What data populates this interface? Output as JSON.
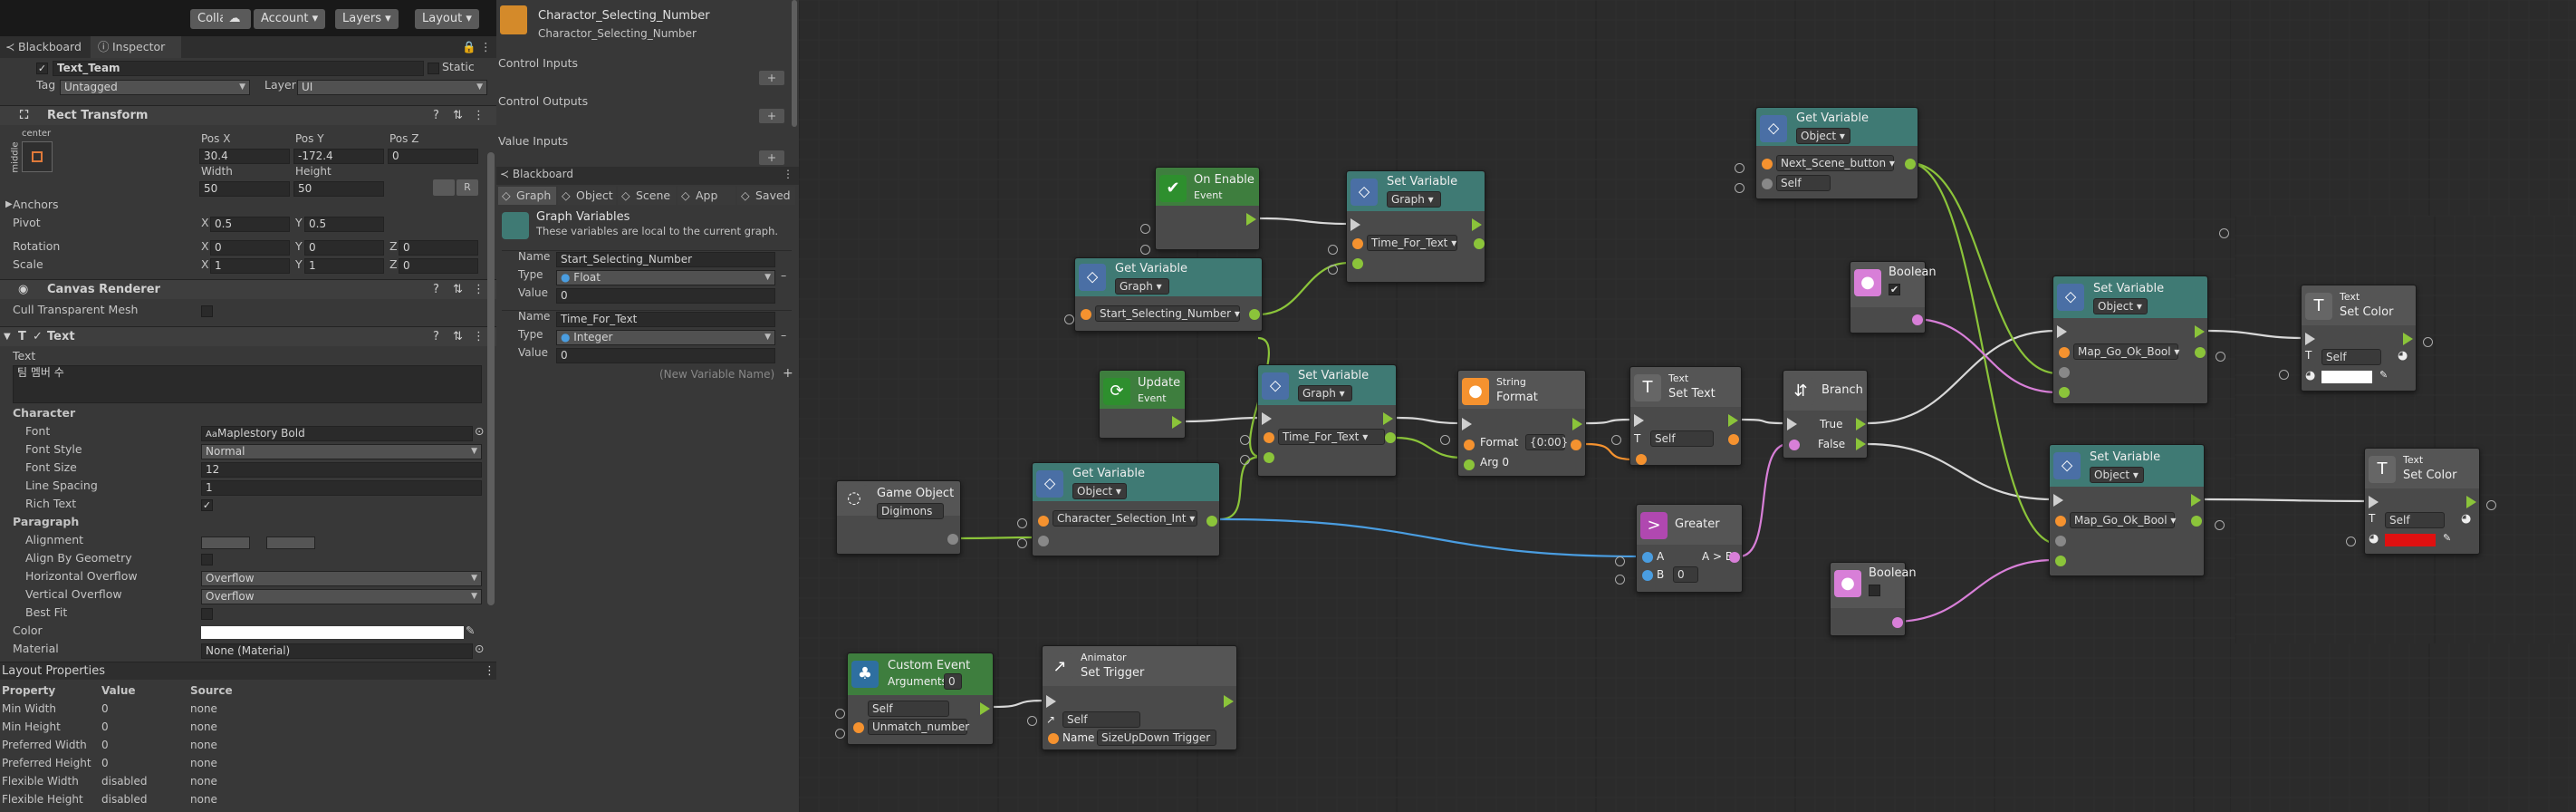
{
  "toolbar": {
    "collab": "Collab ▾",
    "account": "Account ▾",
    "layers": "Layers ▾",
    "layout": "Layout ▾"
  },
  "inspector": {
    "tabs": {
      "blackboard": "Blackboard",
      "inspector": "Inspector"
    },
    "object_name": "Text_Team",
    "static": "Static",
    "tag_label": "Tag",
    "tag_value": "Untagged",
    "layer_label": "Layer",
    "layer_value": "UI",
    "rect": {
      "title": "Rect Transform",
      "anchor": "center",
      "side": "middle",
      "posx_l": "Pos X",
      "posy_l": "Pos Y",
      "posz_l": "Pos Z",
      "posx": "30.4",
      "posy": "-172.4",
      "posz": "0",
      "w_l": "Width",
      "h_l": "Height",
      "w": "50",
      "h": "50",
      "r": "R",
      "anchors": "Anchors",
      "pivot": "Pivot",
      "pivot_x": "0.5",
      "pivot_y": "0.5",
      "rotation": "Rotation",
      "rot_x": "0",
      "rot_y": "0",
      "rot_z": "0",
      "scale": "Scale",
      "sc_x": "1",
      "sc_y": "1",
      "sc_z": "0",
      "x": "X",
      "y": "Y",
      "z": "Z"
    },
    "canvas": {
      "title": "Canvas Renderer",
      "cull": "Cull Transparent Mesh"
    },
    "text": {
      "title": "Text",
      "text_label": "Text",
      "text_value": "팀 멤버 수",
      "character": "Character",
      "font_l": "Font",
      "font": "Maplestory Bold",
      "style_l": "Font Style",
      "style": "Normal",
      "size_l": "Font Size",
      "size": "12",
      "ls_l": "Line Spacing",
      "ls": "1",
      "rt_l": "Rich Text",
      "paragraph": "Paragraph",
      "align_l": "Alignment",
      "abg_l": "Align By Geometry",
      "ho_l": "Horizontal Overflow",
      "ho": "Overflow",
      "vo_l": "Vertical Overflow",
      "vo": "Overflow",
      "bf_l": "Best Fit",
      "color_l": "Color",
      "mat_l": "Material",
      "mat": "None (Material)"
    },
    "layout": {
      "title": "Layout Properties",
      "cols": [
        "Property",
        "Value",
        "Source"
      ],
      "rows": [
        [
          "Min Width",
          "0",
          "none"
        ],
        [
          "Min Height",
          "0",
          "none"
        ],
        [
          "Preferred Width",
          "0",
          "none"
        ],
        [
          "Preferred Height",
          "0",
          "none"
        ],
        [
          "Flexible Width",
          "disabled",
          "none"
        ],
        [
          "Flexible Height",
          "disabled",
          "none"
        ]
      ]
    }
  },
  "blackboard": {
    "header_title": "Charactor_Selecting_Number",
    "header_sub": "Charactor_Selecting_Number",
    "control_inputs": "Control Inputs",
    "control_outputs": "Control Outputs",
    "value_inputs": "Value Inputs",
    "bb_title": "Blackboard",
    "tabs": [
      "Graph",
      "Object",
      "Scene",
      "App",
      "Saved"
    ],
    "gv_title": "Graph Variables",
    "gv_desc": "These variables are local to the current graph.",
    "vars": [
      {
        "name_l": "Name",
        "name": "Start_Selecting_Number",
        "type_l": "Type",
        "type": "Float",
        "value_l": "Value",
        "value": "0"
      },
      {
        "name_l": "Name",
        "name": "Time_For_Text",
        "type_l": "Type",
        "type": "Integer",
        "value_l": "Value",
        "value": "0"
      }
    ],
    "new_var": "(New Variable Name)",
    "plus": "+",
    "minus": "–"
  },
  "graph": {
    "on_enable": {
      "title": "On Enable",
      "sub": "Event"
    },
    "set_var_1": {
      "title": "Set Variable",
      "kind": "Graph ▾",
      "var": "Time_For_Text ▾"
    },
    "get_var_1": {
      "title": "Get Variable",
      "kind": "Graph ▾",
      "var": "Start_Selecting_Number ▾"
    },
    "update": {
      "title": "Update",
      "sub": "Event"
    },
    "set_var_2": {
      "title": "Set Variable",
      "kind": "Graph ▾",
      "var": "Time_For_Text ▾"
    },
    "format": {
      "sub": "String",
      "title": "Format",
      "format_l": "Format",
      "format_v": "{0:00}",
      "arg": "Arg 0"
    },
    "set_text": {
      "sub": "Text",
      "title": "Set Text",
      "self": "Self"
    },
    "branch": {
      "title": "Branch",
      "t": "True",
      "f": "False"
    },
    "game_object": {
      "title": "Game Object",
      "value": "Digimons"
    },
    "get_var_2": {
      "title": "Get Variable",
      "kind": "Object ▾",
      "var": "Character_Selection_Int ▾"
    },
    "greater": {
      "title": "Greater",
      "a": "A",
      "b": "B",
      "b_v": "0",
      "out": "A > B"
    },
    "get_var_3": {
      "title": "Get Variable",
      "kind": "Object ▾",
      "var": "Next_Scene_button ▾",
      "self": "Self"
    },
    "bool_1": {
      "title": "Boolean",
      "check": "✔"
    },
    "bool_2": {
      "title": "Boolean"
    },
    "set_var_3": {
      "title": "Set Variable",
      "kind": "Object ▾",
      "var": "Map_Go_Ok_Bool ▾"
    },
    "set_var_4": {
      "title": "Set Variable",
      "kind": "Object ▾",
      "var": "Map_Go_Ok_Bool ▾"
    },
    "set_color_1": {
      "sub": "Text",
      "title": "Set Color",
      "self": "Self"
    },
    "set_color_2": {
      "sub": "Text",
      "title": "Set Color",
      "self": "Self"
    },
    "custom_event": {
      "title": "Custom Event",
      "args_l": "Arguments",
      "args": "0",
      "self": "Self",
      "name": "Unmatch_number"
    },
    "set_trigger": {
      "sub": "Animator",
      "title": "Set Trigger",
      "self": "Self",
      "name_l": "Name",
      "name": "SizeUpDown Trigger"
    }
  },
  "colors": {
    "flow": "#8bc43a",
    "white_edge": "#d8d8d8",
    "object_edge": "#4a9de0",
    "bool_edge": "#d87fd8",
    "teal_header": "#3f7a74",
    "green_header": "#3e7e3e",
    "red_swatch": "#e01010"
  }
}
